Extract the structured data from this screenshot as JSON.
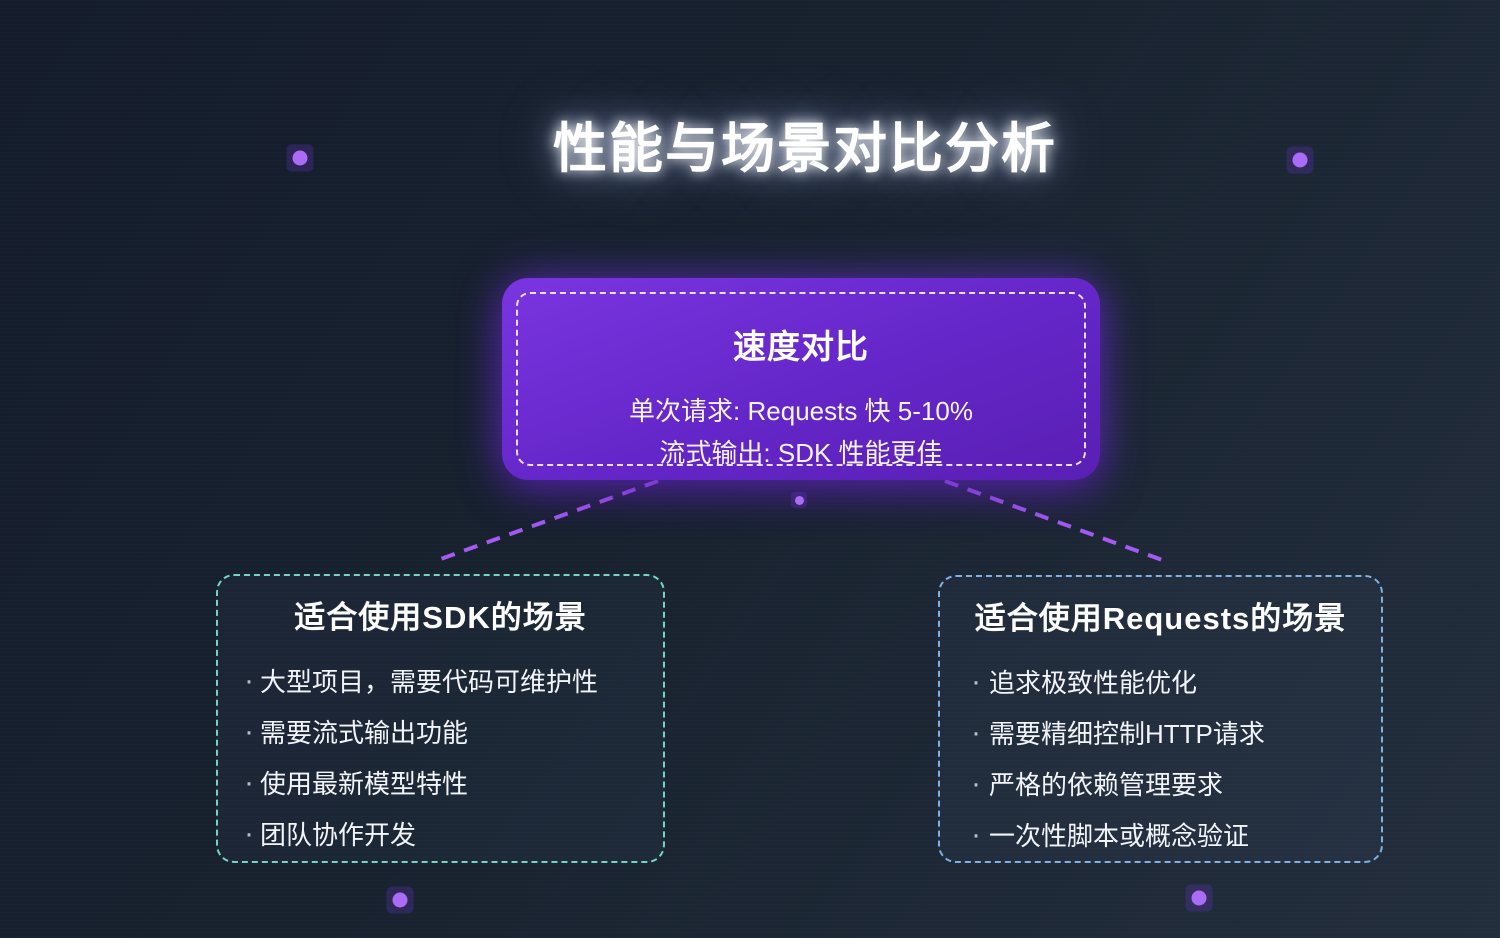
{
  "page": {
    "title": "性能与场景对比分析"
  },
  "speed_box": {
    "title": "速度对比",
    "lines": [
      "单次请求: Requests 快 5-10%",
      "流式输出: SDK 性能更佳"
    ]
  },
  "sdk_box": {
    "title": "适合使用SDK的场景",
    "items": [
      "大型项目，需要代码可维护性",
      "需要流式输出功能",
      "使用最新模型特性",
      "团队协作开发"
    ]
  },
  "requests_box": {
    "title": "适合使用Requests的场景",
    "items": [
      "追求极致性能优化",
      "需要精细控制HTTP请求",
      "严格的依赖管理要求",
      "一次性脚本或概念验证"
    ]
  },
  "glyphs": {
    "bullet": "·"
  },
  "colors": {
    "background_start": "#141c2c",
    "background_mid": "#18222f",
    "background_end": "#232e3d",
    "accent_purple": "#a55bf3",
    "dot_purple": "#ab6cf5",
    "speed_top": "#7a35e0",
    "speed_bottom": "#5a1fb4",
    "sdk_border": "#74d6c2",
    "requests_border": "#7fb2e2",
    "text_main": "#ffffff",
    "text_soft": "#f2f4f8"
  }
}
